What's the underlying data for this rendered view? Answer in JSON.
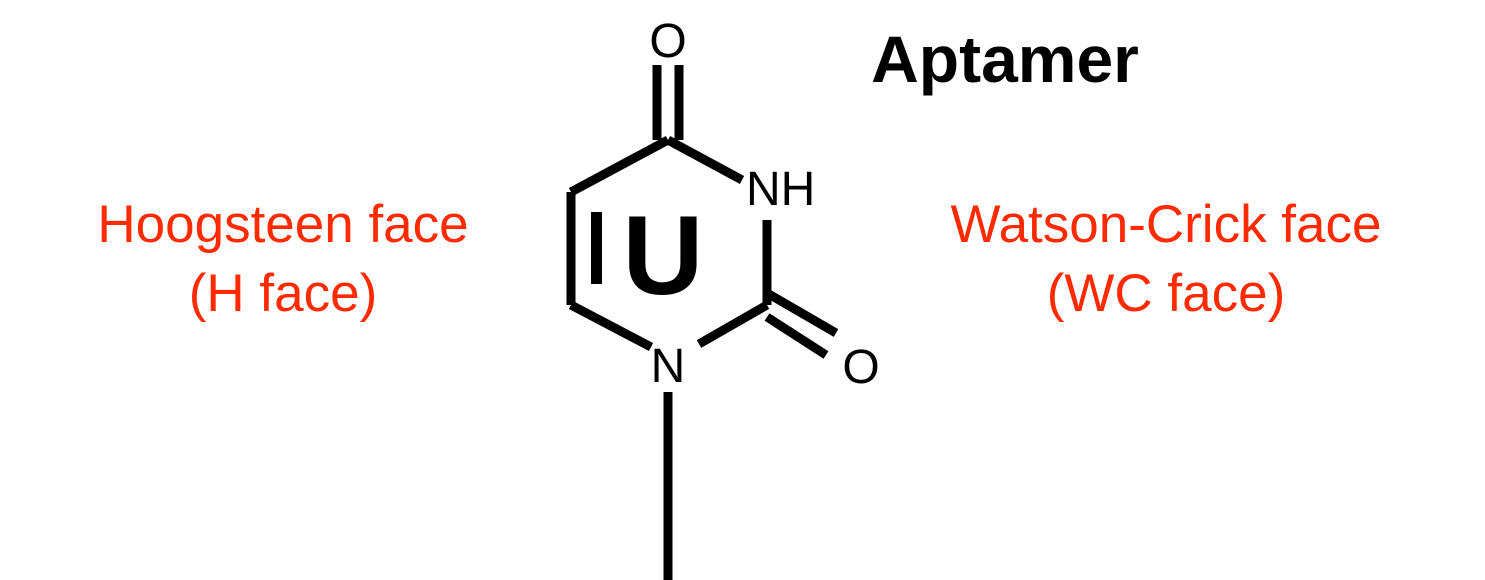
{
  "title": "Aptamer",
  "base": {
    "letter": "U"
  },
  "atoms": {
    "top_oxygen": "O",
    "imide": "NH",
    "ring_nitrogen": "N",
    "bottom_oxygen": "O"
  },
  "faces": {
    "hoogsteen": {
      "line1": "Hoogsteen face",
      "line2": "(H face)"
    },
    "watson_crick": {
      "line1": "Watson-Crick face",
      "line2": "(WC face)"
    }
  },
  "colors": {
    "bond": "#000000",
    "face_label": "#ff2a00",
    "text": "#000000",
    "background": "#ffffff"
  }
}
